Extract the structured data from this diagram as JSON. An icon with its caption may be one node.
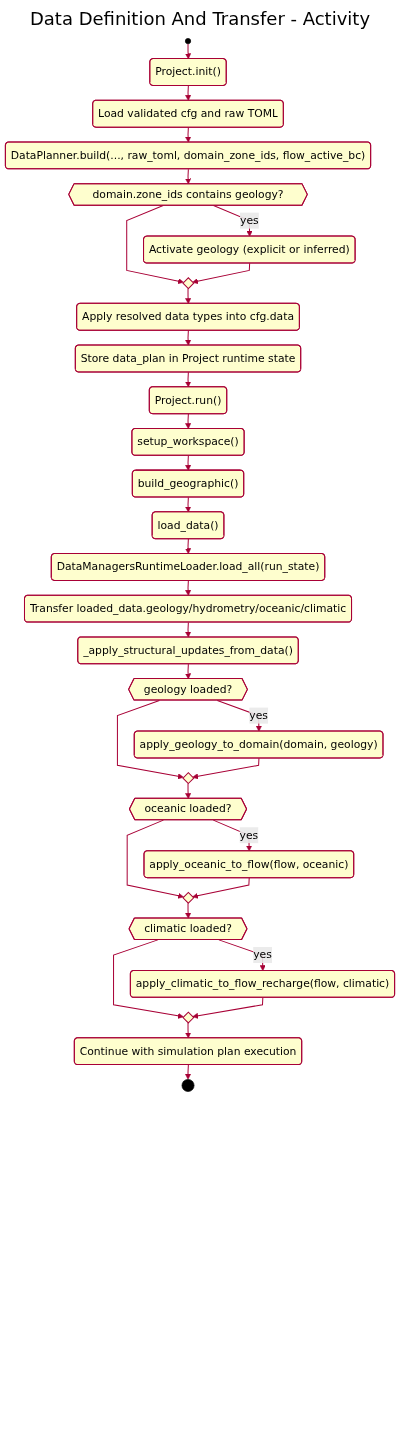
{
  "diagram": {
    "title": "Data Definition And Transfer - Activity",
    "nodes": [
      {
        "text": [],
        "shape": "circle"
      },
      {
        "text": [
          "Project.init()"
        ]
      },
      {
        "text": [
          "Load validated cfg and raw TOML"
        ]
      },
      {
        "text": [
          "DataPlanner.build(..., raw_toml, domain_zone_ids, flow_active_bc)"
        ]
      },
      {
        "text": [
          "domain.zone_ids contains geology?"
        ]
      },
      {
        "text": [
          "Activate geology (explicit or inferred)"
        ]
      },
      {
        "text": [],
        "shape": "diamond"
      },
      {
        "text": [
          "Apply resolved data types into cfg.data"
        ]
      },
      {
        "text": [
          "Store data_plan in Project runtime state"
        ]
      },
      {
        "text": [
          "Project.run()"
        ]
      },
      {
        "text": [
          "setup_workspace()"
        ]
      },
      {
        "text": [
          "build_geographic()"
        ]
      },
      {
        "text": [
          "load_data()"
        ]
      },
      {
        "text": [
          "DataManagersRuntimeLoader.load_all(run_state)"
        ]
      },
      {
        "text": [
          "Transfer loaded_data.geology/hydrometry/oceanic/climatic"
        ]
      },
      {
        "text": [
          "_apply_structural_updates_from_data()"
        ]
      },
      {
        "text": [
          "geology loaded?"
        ]
      },
      {
        "text": [
          "apply_geology_to_domain(domain, geology)"
        ]
      },
      {
        "text": [],
        "shape": "diamond"
      },
      {
        "text": [
          "oceanic loaded?"
        ]
      },
      {
        "text": [
          "apply_oceanic_to_flow(flow, oceanic)"
        ]
      },
      {
        "text": [],
        "shape": "diamond"
      },
      {
        "text": [
          "climatic loaded?"
        ]
      },
      {
        "text": [
          "apply_climatic_to_flow_recharge(flow, climatic)"
        ]
      },
      {
        "text": [],
        "shape": "diamond"
      },
      {
        "text": [
          "Continue with simulation plan execution"
        ]
      },
      {
        "text": [],
        "shape": "circle"
      }
    ],
    "edges": [
      {
        "from": 0,
        "to": 1,
        "arrow": "to"
      },
      {
        "from": 1,
        "to": 2,
        "arrow": "to"
      },
      {
        "from": 2,
        "to": 3,
        "arrow": "to"
      },
      {
        "from": 3,
        "to": 4,
        "arrow": "to"
      },
      {
        "from": 4,
        "to": 5,
        "arrow": "to",
        "label": "yes"
      },
      {
        "from": 4,
        "to": 6,
        "arrow": "to"
      },
      {
        "from": 5,
        "to": 6,
        "arrow": "to"
      },
      {
        "from": 6,
        "to": 7,
        "arrow": "to"
      },
      {
        "from": 7,
        "to": 8,
        "arrow": "to"
      },
      {
        "from": 8,
        "to": 9,
        "arrow": "to"
      },
      {
        "from": 9,
        "to": 10,
        "arrow": "to"
      },
      {
        "from": 10,
        "to": 11,
        "arrow": "to"
      },
      {
        "from": 11,
        "to": 12,
        "arrow": "to"
      },
      {
        "from": 12,
        "to": 13,
        "arrow": "to"
      },
      {
        "from": 13,
        "to": 14,
        "arrow": "to"
      },
      {
        "from": 14,
        "to": 15,
        "arrow": "to"
      },
      {
        "from": 15,
        "to": 16,
        "arrow": "to"
      },
      {
        "from": 16,
        "to": 17,
        "arrow": "to",
        "label": "yes"
      },
      {
        "from": 16,
        "to": 18,
        "arrow": "to"
      },
      {
        "from": 17,
        "to": 18,
        "arrow": "to"
      },
      {
        "from": 18,
        "to": 19,
        "arrow": "to"
      },
      {
        "from": 19,
        "to": 20,
        "arrow": "to",
        "label": "yes"
      },
      {
        "from": 19,
        "to": 21,
        "arrow": "to"
      },
      {
        "from": 20,
        "to": 21,
        "arrow": "to"
      },
      {
        "from": 21,
        "to": 22,
        "arrow": "to"
      },
      {
        "from": 22,
        "to": 23,
        "arrow": "to",
        "label": "yes"
      },
      {
        "from": 22,
        "to": 24,
        "arrow": "to"
      },
      {
        "from": 23,
        "to": 24,
        "arrow": "to"
      },
      {
        "from": 24,
        "to": 25,
        "arrow": "to"
      },
      {
        "from": 25,
        "to": 26,
        "arrow": "to"
      }
    ]
  }
}
